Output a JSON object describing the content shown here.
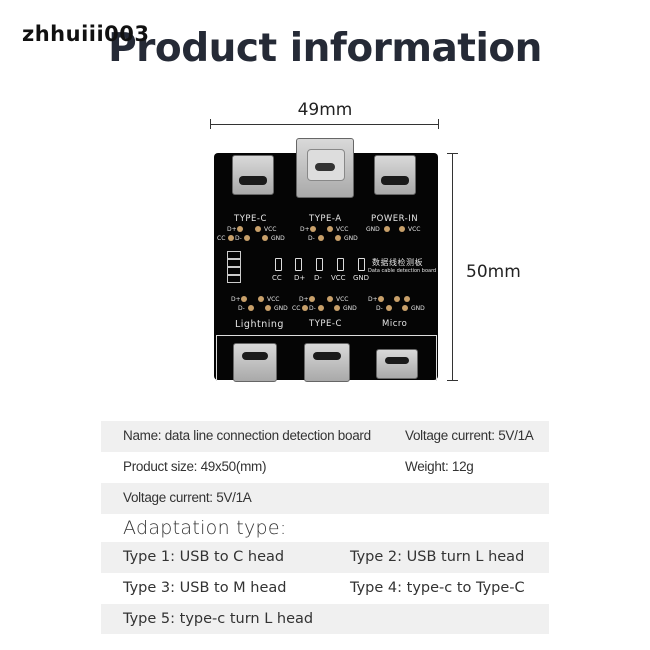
{
  "watermark": "zhhuiii003",
  "title": "Product information",
  "dimensions": {
    "width": "49mm",
    "height": "50mm"
  },
  "board": {
    "top_labels": [
      "TYPE-C",
      "TYPE-A",
      "POWER-IN"
    ],
    "bottom_labels": [
      "Lightning",
      "TYPE-C",
      "Micro"
    ],
    "pin_labels": {
      "dplus": "D+",
      "dminus": "D-",
      "vcc": "VCC",
      "gnd": "GND",
      "cc": "CC"
    },
    "led_labels": [
      "CC",
      "D+",
      "D-",
      "VCC",
      "GND"
    ],
    "chinese_label": "数据线检测板",
    "english_label": "Data cable detection board"
  },
  "specs": {
    "name": "Name: data line connection detection board",
    "voltage1": "Voltage current: 5V/1A",
    "size": "Product size: 49x50(mm)",
    "weight": "Weight: 12g",
    "voltage2": "Voltage current: 5V/1A"
  },
  "adaptation": {
    "heading": "Adaptation type:",
    "types": [
      "Type 1: USB to C head",
      "Type 2: USB turn L head",
      "Type 3: USB to M head",
      "Type 4: type-c to Type-C",
      "Type 5: type-c turn L head"
    ]
  }
}
